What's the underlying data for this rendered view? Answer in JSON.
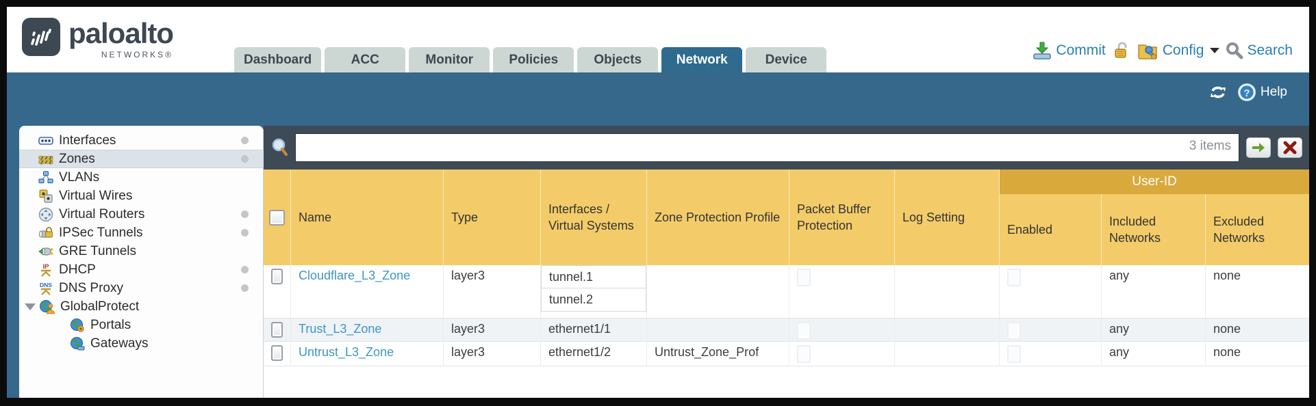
{
  "brand": {
    "name": "paloalto",
    "subtitle": "NETWORKS®"
  },
  "nav": {
    "tabs": [
      {
        "label": "Dashboard",
        "active": false
      },
      {
        "label": "ACC",
        "active": false
      },
      {
        "label": "Monitor",
        "active": false
      },
      {
        "label": "Policies",
        "active": false
      },
      {
        "label": "Objects",
        "active": false
      },
      {
        "label": "Network",
        "active": true
      },
      {
        "label": "Device",
        "active": false
      }
    ],
    "utilities": {
      "commit": "Commit",
      "config": "Config",
      "search": "Search"
    }
  },
  "band": {
    "help": "Help"
  },
  "sidebar": {
    "items": [
      {
        "label": "Interfaces",
        "icon": "interfaces-icon",
        "dot": true
      },
      {
        "label": "Zones",
        "icon": "zones-icon",
        "dot": true,
        "selected": true
      },
      {
        "label": "VLANs",
        "icon": "vlans-icon",
        "dot": false
      },
      {
        "label": "Virtual Wires",
        "icon": "virtual-wires-icon",
        "dot": false
      },
      {
        "label": "Virtual Routers",
        "icon": "virtual-routers-icon",
        "dot": true
      },
      {
        "label": "IPSec Tunnels",
        "icon": "ipsec-tunnels-icon",
        "dot": true
      },
      {
        "label": "GRE Tunnels",
        "icon": "gre-tunnels-icon",
        "dot": false
      },
      {
        "label": "DHCP",
        "icon": "dhcp-icon",
        "dot": true
      },
      {
        "label": "DNS Proxy",
        "icon": "dns-proxy-icon",
        "dot": true
      },
      {
        "label": "GlobalProtect",
        "icon": "globalprotect-icon",
        "dot": false,
        "expanded": true
      },
      {
        "label": "Portals",
        "icon": "portals-icon",
        "dot": false,
        "child": true
      },
      {
        "label": "Gateways",
        "icon": "gateways-icon",
        "dot": false,
        "child": true
      }
    ]
  },
  "toolbar": {
    "filter_value": "",
    "items_count": "3 items"
  },
  "table": {
    "group_header": "User-ID",
    "headers": {
      "name": "Name",
      "type": "Type",
      "interfaces": "Interfaces / Virtual Systems",
      "zone_protection": "Zone Protection Profile",
      "packet_buffer": "Packet Buffer Protection",
      "log_setting": "Log Setting",
      "enabled": "Enabled",
      "included": "Included Networks",
      "excluded": "Excluded Networks"
    },
    "rows": [
      {
        "name": "Cloudflare_L3_Zone",
        "type": "layer3",
        "interfaces": [
          "tunnel.1",
          "tunnel.2"
        ],
        "zone_protection_profile": "",
        "log_setting": "",
        "included_networks": "any",
        "excluded_networks": "none"
      },
      {
        "name": "Trust_L3_Zone",
        "type": "layer3",
        "interfaces": [
          "ethernet1/1"
        ],
        "zone_protection_profile": "",
        "log_setting": "",
        "included_networks": "any",
        "excluded_networks": "none"
      },
      {
        "name": "Untrust_L3_Zone",
        "type": "layer3",
        "interfaces": [
          "ethernet1/2"
        ],
        "zone_protection_profile": "Untrust_Zone_Prof",
        "log_setting": "",
        "included_networks": "any",
        "excluded_networks": "none"
      }
    ]
  },
  "colors": {
    "active_tab": "#2e6b8f",
    "teal_band": "#35688b",
    "slate_panel": "#3e4a55",
    "header_gold": "#f3cc69",
    "user_id_band": "#d9a93c",
    "link_blue": "#3c95c2"
  }
}
